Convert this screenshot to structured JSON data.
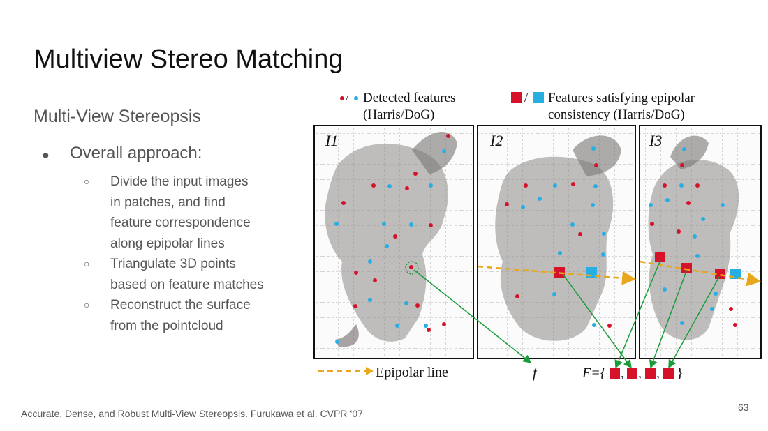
{
  "slide": {
    "title": "Multiview Stereo Matching",
    "subtitle": "Multi-View Stereopsis",
    "bullet": {
      "label": "Overall approach:",
      "sub_items": [
        [
          "Divide the input images",
          "in patches, and find",
          "feature correspondence",
          "along epipolar lines"
        ],
        [
          "Triangulate 3D points",
          "based on feature matches"
        ],
        [
          "Reconstruct the surface",
          "from the pointcloud"
        ]
      ]
    },
    "citation": "Accurate, Dense, and Robust Multi-View Stereopsis. Furukawa et al. CVPR ‘07",
    "page_number": "63"
  },
  "figure": {
    "legend_detected": [
      "Detected features",
      "(Harris/DoG)"
    ],
    "legend_consistent": [
      "Features satisfying epipolar",
      "consistency (Harris/DoG)"
    ],
    "legend_slash": "/",
    "panel_labels": [
      "I1",
      "I2",
      "I3"
    ],
    "epipolar_label": "Epipolar line",
    "f_label": "f",
    "F_label": "F={",
    "F_close": "}",
    "F_comma": ",",
    "colors": {
      "red_feature": "#d6122b",
      "blue_feature": "#27aee3",
      "match_arrow": "#1a9c3a",
      "epipolar_line": "#e8a71c"
    }
  }
}
